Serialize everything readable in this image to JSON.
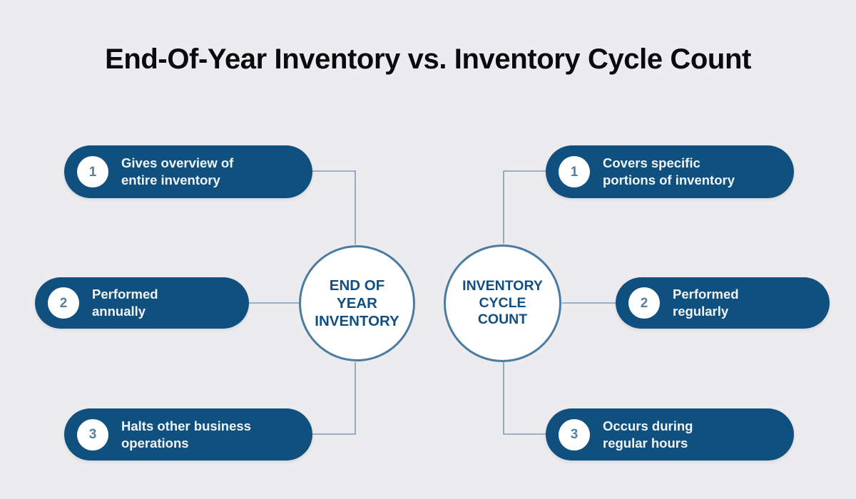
{
  "page": {
    "title": "End-Of-Year Inventory vs. Inventory Cycle Count",
    "background_color": "#ecebed",
    "accent_color": "#10507f",
    "line_color": "#7b9cb8",
    "hub_text_color": "#114e82",
    "badge_number_color": "#56809f"
  },
  "chart_data": {
    "type": "diagram",
    "title": "End-Of-Year Inventory vs. Inventory Cycle Count",
    "layout": "two-hub mind map, three branches per hub",
    "branches": [
      {
        "hub": "END OF\nYEAR\nINVENTORY",
        "hub_plain": "END OF YEAR INVENTORY",
        "side": "left",
        "items": [
          {
            "number": "1",
            "label": "Gives overview of\nentire inventory"
          },
          {
            "number": "2",
            "label": "Performed\nannually"
          },
          {
            "number": "3",
            "label": "Halts other business\noperations"
          }
        ]
      },
      {
        "hub": "INVENTORY\nCYCLE\nCOUNT",
        "hub_plain": "INVENTORY CYCLE COUNT",
        "side": "right",
        "items": [
          {
            "number": "1",
            "label": "Covers specific\nportions of inventory"
          },
          {
            "number": "2",
            "label": "Performed\nregularly"
          },
          {
            "number": "3",
            "label": "Occurs during\nregular hours"
          }
        ]
      }
    ]
  }
}
